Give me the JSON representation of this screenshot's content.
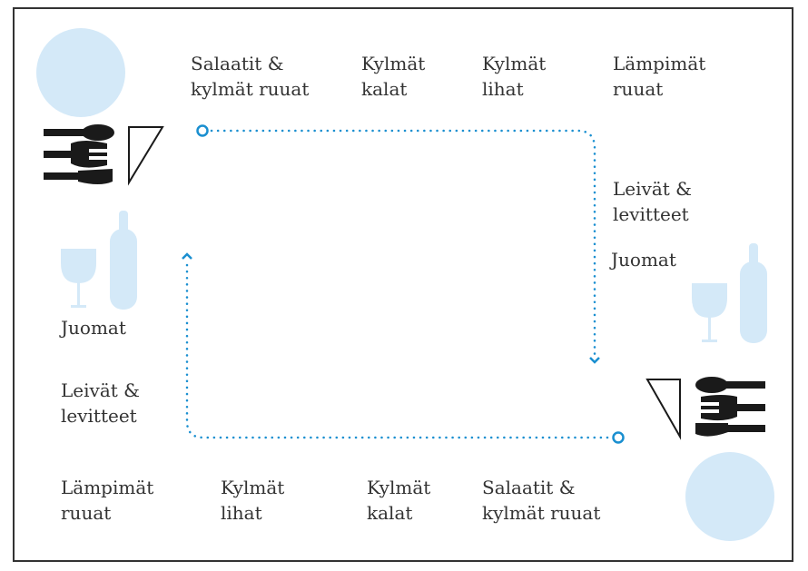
{
  "colors": {
    "accent": "#1a8fd0",
    "light_blue": "#d4e9f8",
    "ink": "#1a1a1a",
    "text": "#333333"
  },
  "top_labels": [
    {
      "l1": "Salaatit &",
      "l2": "kylmät ruuat"
    },
    {
      "l1": "Kylmät",
      "l2": "kalat"
    },
    {
      "l1": "Kylmät",
      "l2": "lihat"
    },
    {
      "l1": "Lämpimät",
      "l2": "ruuat"
    }
  ],
  "right_labels": {
    "bread": {
      "l1": "Leivät &",
      "l2": "levitteet"
    },
    "drinks": "Juomat"
  },
  "left_labels": {
    "drinks": "Juomat",
    "bread": {
      "l1": "Leivät &",
      "l2": "levitteet"
    }
  },
  "bottom_labels": [
    {
      "l1": "Lämpimät",
      "l2": "ruuat"
    },
    {
      "l1": "Kylmät",
      "l2": "lihat"
    },
    {
      "l1": "Kylmät",
      "l2": "kalat"
    },
    {
      "l1": "Salaatit &",
      "l2": "kylmät ruuat"
    }
  ]
}
